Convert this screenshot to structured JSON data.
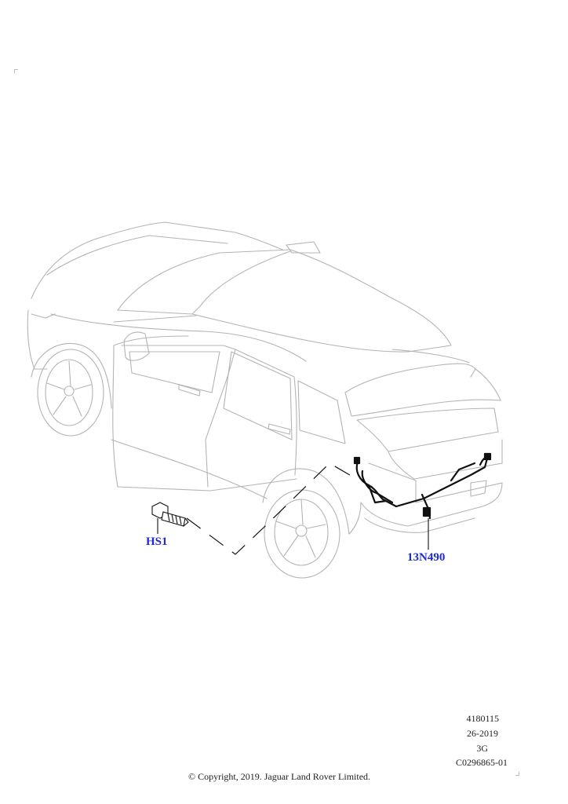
{
  "callouts": {
    "bolt": "HS1",
    "harness": "13N490"
  },
  "reference": {
    "line1": "4180115",
    "line2": "26-2019",
    "line3": "3G",
    "line4": "C0296865-01"
  },
  "copyright": "© Copyright, 2019. Jaguar Land Rover Limited.",
  "colors": {
    "callout": "#1f2ad6",
    "car_outline": "#b4b4b4",
    "harness": "#111111"
  }
}
